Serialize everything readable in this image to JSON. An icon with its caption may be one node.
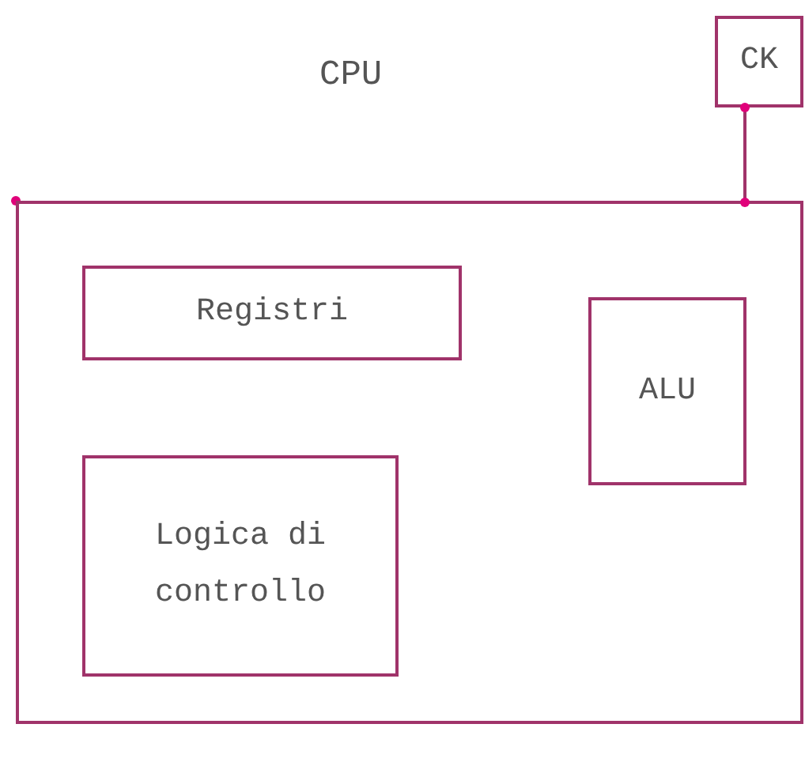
{
  "diagram": {
    "nodes": [
      {
        "text": [
          "CPU"
        ]
      },
      {
        "text": [
          "Registri"
        ],
        "in": 0
      },
      {
        "text": [
          "ALU"
        ],
        "in": 0
      },
      {
        "text": [
          "Logica di controllo"
        ],
        "in": 0
      },
      {
        "text": [
          "CK"
        ]
      }
    ],
    "edges": [
      {
        "from": 4,
        "to": 0,
        "arrow": "other"
      }
    ]
  }
}
